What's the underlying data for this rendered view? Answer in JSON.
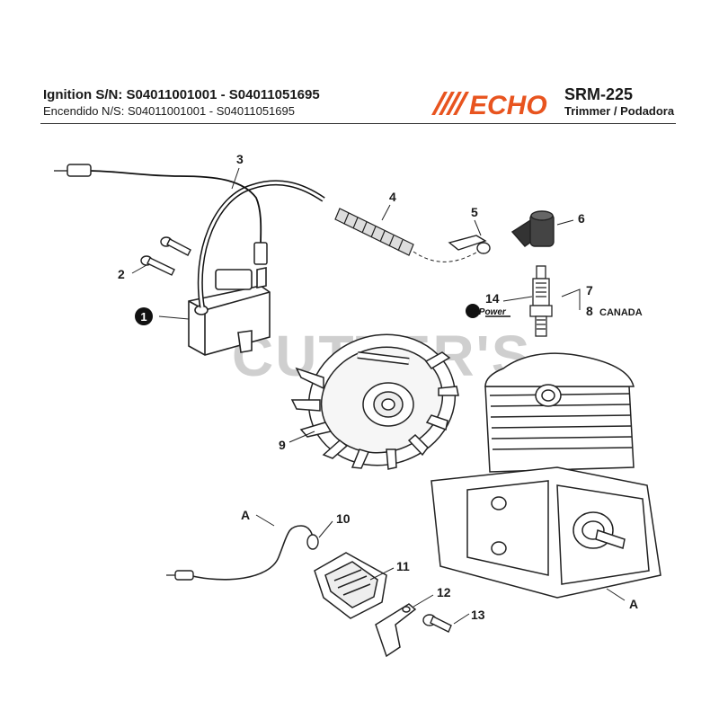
{
  "header": {
    "title": "Ignition S/N: S04011001001 - S04011051695",
    "subtitle": "Encendido N/S: S04011001001 - S04011051695",
    "brand": "ECHO",
    "model": "SRM-225",
    "description": "Trimmer / Podadora",
    "brand_color": "#e8541f"
  },
  "watermark": "CUTTER'S",
  "callouts": {
    "c1": "1",
    "c2": "2",
    "c3": "3",
    "c4": "4",
    "c5": "5",
    "c6": "6",
    "c7": "7",
    "c8": "8",
    "c8_note": "CANADA",
    "c9": "9",
    "c10": "10",
    "c11": "11",
    "c12": "12",
    "c13": "13",
    "c14": "14",
    "ref_a1": "A",
    "ref_a2": "A"
  },
  "repower_logo": "RePower"
}
